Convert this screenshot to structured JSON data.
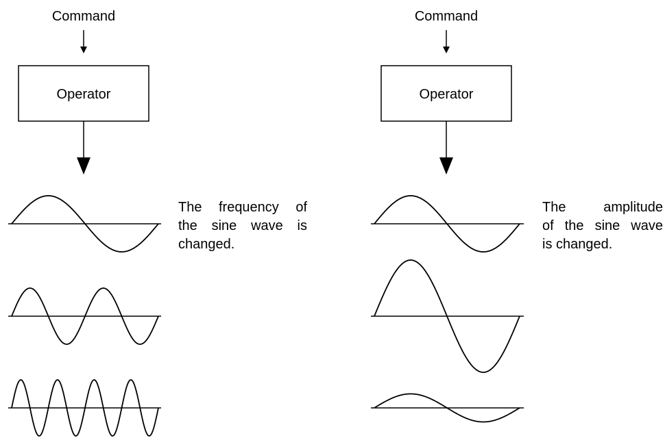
{
  "left_panel": {
    "command_label": "Command",
    "operator_label": "Operator",
    "caption_lines": [
      "The frequency of",
      "the sine wave is",
      "changed."
    ],
    "waves": [
      {
        "cycles": 1,
        "amplitude_ratio": 1.0
      },
      {
        "cycles": 2,
        "amplitude_ratio": 1.0
      },
      {
        "cycles": 4,
        "amplitude_ratio": 1.0
      }
    ]
  },
  "right_panel": {
    "command_label": "Command",
    "operator_label": "Operator",
    "caption_lines": [
      "The amplitude",
      "of the sine wave",
      "is changed."
    ],
    "waves": [
      {
        "cycles": 1,
        "amplitude_ratio": 1.0
      },
      {
        "cycles": 1,
        "amplitude_ratio": 2.0
      },
      {
        "cycles": 1,
        "amplitude_ratio": 0.5
      }
    ]
  },
  "colors": {
    "stroke": "#000000",
    "background": "#ffffff"
  }
}
